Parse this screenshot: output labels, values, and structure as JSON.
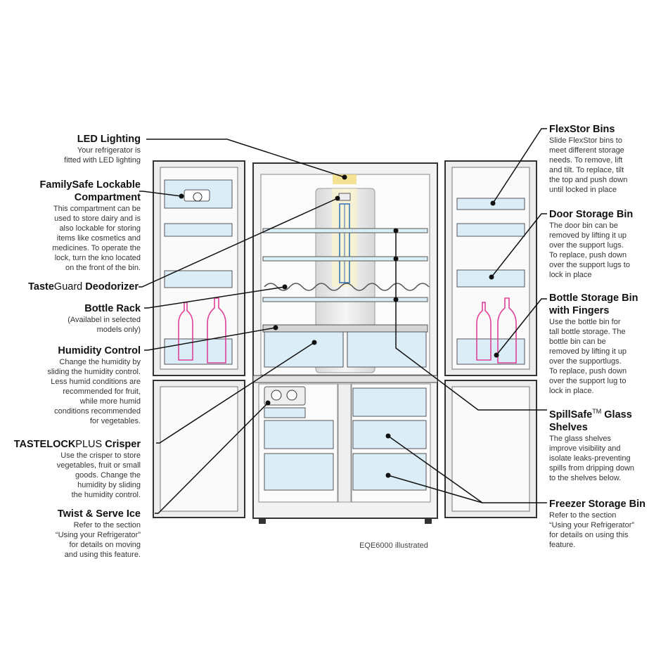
{
  "caption": "EQE6000 illustrated",
  "left_labels": {
    "led": {
      "title": "LED Lighting",
      "desc": [
        "Your refrigerator is",
        "fitted with LED lighting"
      ]
    },
    "familysafe": {
      "title": [
        "FamilySafe Lockable",
        "Compartment"
      ],
      "desc": [
        "This compartment can be",
        "used to store dairy and is",
        "also lockable for storing",
        "items like cosmetics and",
        "medicines. To operate the",
        "lock, turn the kno located",
        "on the front of the bin."
      ]
    },
    "tasteguard": {
      "title_a": "Taste",
      "title_b": "Guard",
      "title_c": " Deodorizer"
    },
    "bottle_rack": {
      "title": "Bottle Rack",
      "desc": [
        "(Availabel in selected",
        "models only)"
      ]
    },
    "humidity": {
      "title": "Humidity Control",
      "desc": [
        "Change the humidity by",
        "sliding the humidity control.",
        "Less humid conditions are",
        "recommended for fruit,",
        "while more humid",
        "conditions recommended",
        "for vegetables."
      ]
    },
    "tastelock": {
      "title_a": "TASTELOCK",
      "title_b": "PLUS",
      "title_c": " Crisper",
      "desc": [
        "Use the crisper to store",
        "vegetables, fruit or small",
        "goods. Change the",
        "humidity by sliding",
        "the humidity control."
      ]
    },
    "twist": {
      "title": "Twist & Serve Ice",
      "desc": [
        "Refer to the section",
        "“Using your Refrigerator”",
        "for details on moving",
        "and using this feature."
      ]
    }
  },
  "right_labels": {
    "flexstor": {
      "title": "FlexStor Bins",
      "desc": [
        "Slide FlexStor bins to",
        "meet different storage",
        "needs. To remove, lift",
        "and tilt. To replace, tilt",
        "the top and push down",
        "until locked in place"
      ]
    },
    "door_storage": {
      "title": "Door Storage Bin",
      "desc": [
        "The door bin can be",
        "removed by lifting it up",
        "over the support lugs.",
        "To replace, push down",
        "over the support lugs to",
        "lock in place"
      ]
    },
    "bottle_bin": {
      "title": [
        "Bottle Storage Bin",
        "with Fingers"
      ],
      "desc": [
        "Use the bottle bin for",
        "tall bottle storage. The",
        "bottle bin can be",
        "removed by lifting it up",
        "over the supportlugs.",
        "To replace, push down",
        "over the support lug to",
        "lock in place."
      ]
    },
    "spillsafe": {
      "title_a": "SpillSafe",
      "title_tm": "TM",
      "title_b": " Glass",
      "title_c": "Shelves",
      "desc": [
        "The glass shelves",
        "improve visibility and",
        "isolate leaks-preventing",
        "spills from dripping down",
        "to the shelves below."
      ]
    },
    "freezer": {
      "title": "Freezer Storage Bin",
      "desc": [
        "Refer to the section",
        "“Using your Refrigerator”",
        "for details on using this",
        "feature."
      ]
    }
  },
  "colors": {
    "outline": "#333333",
    "glass": "#dbeef7",
    "bottle": "#e0409a",
    "led": "#f3e08a",
    "filter_blue": "#2d6fb8"
  }
}
